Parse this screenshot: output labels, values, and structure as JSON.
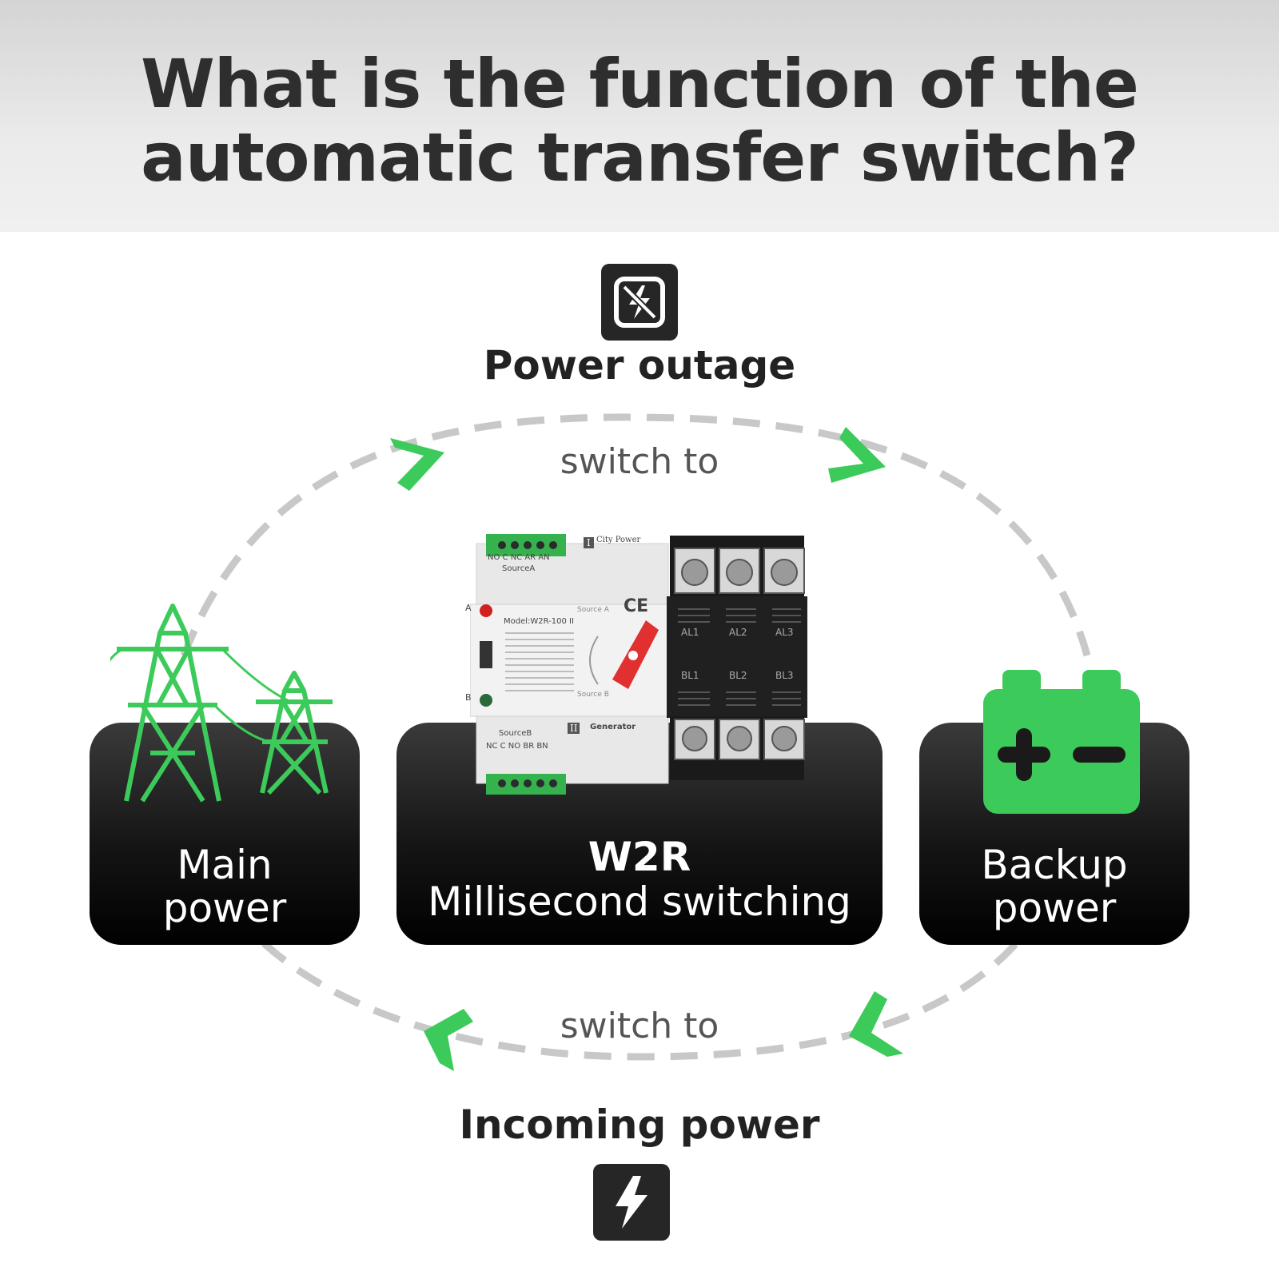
{
  "header": {
    "title_line1": "What is the function of the",
    "title_line2": "automatic transfer switch?"
  },
  "top": {
    "caption": "Power outage",
    "icon": "power-outage-icon",
    "switch_to": "switch to"
  },
  "bottom": {
    "caption": "Incoming power",
    "icon": "lightning-bolt-icon",
    "switch_to": "switch to"
  },
  "left_panel": {
    "line1": "Main",
    "line2": "power",
    "icon": "power-tower-icon"
  },
  "center_panel": {
    "title": "W2R",
    "subtitle": "Millisecond switching"
  },
  "right_panel": {
    "line1": "Backup",
    "line2": "power",
    "icon": "battery-icon"
  },
  "device": {
    "sourceA_terminals": "NO C NC AR AN",
    "sourceA_label": "SourceA",
    "city_power": "City Power",
    "model": "Model:W2R-100 II",
    "source_a": "Source A",
    "source_b": "Source B",
    "sourceB_label": "SourceB",
    "sourceB_terminals": "NC C NO BR BN",
    "generator": "Generator",
    "al1": "AL1",
    "al2": "AL2",
    "al3": "AL3",
    "bl1": "BL1",
    "bl2": "BL2",
    "bl3": "BL3",
    "roman1": "I",
    "roman2": "II",
    "ce": "CE",
    "letter_a": "A",
    "letter_b": "B"
  },
  "colors": {
    "accent_green": "#3ccb5a",
    "panel_dark": "#111111",
    "dashed_loop": "#c8c8c8"
  }
}
